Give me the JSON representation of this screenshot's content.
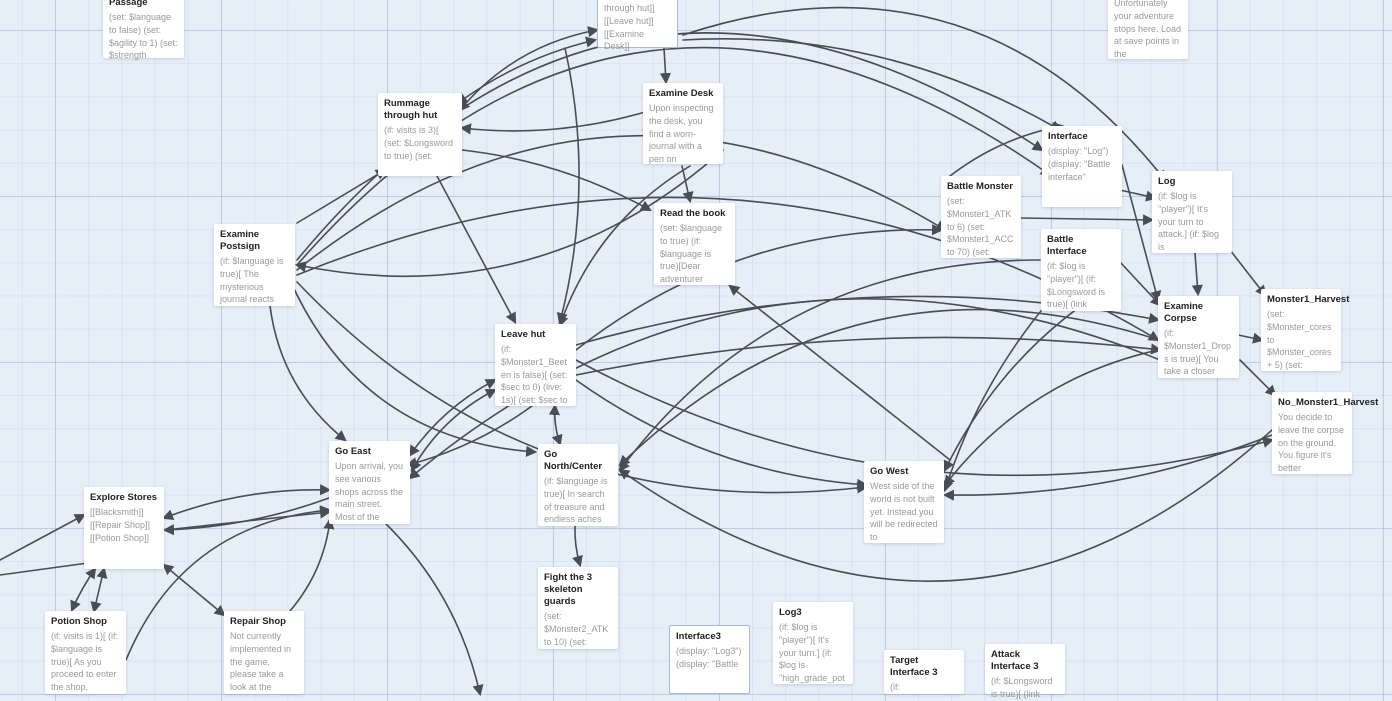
{
  "story_map": {
    "passages": [
      {
        "id": "passage",
        "title": "Passage",
        "excerpt": "(set: $language to false) (set: $agility to 1) (set: $strength"
      },
      {
        "id": "through-hut",
        "title": "",
        "excerpt": "through hut]] [[Leave hut]] [[Examine Desk]]"
      },
      {
        "id": "game-over",
        "title": "",
        "excerpt": "Unfortunately your adventure stops here. Load at save points in the"
      },
      {
        "id": "rummage",
        "title": "Rummage through hut",
        "excerpt": "(if: visits is 3)[ (set: $Longsword to true) (set:"
      },
      {
        "id": "examine-desk",
        "title": "Examine Desk",
        "excerpt": "Upon inspecting the desk, you find a worn-journal with a pen on"
      },
      {
        "id": "interface",
        "title": "Interface",
        "excerpt": "(display: \"Log\") (display: \"Battle interface\""
      },
      {
        "id": "log",
        "title": "Log",
        "excerpt": "(if: $log is \"player\")[ It's your turn to attack.] (if: $log is"
      },
      {
        "id": "battle-monster",
        "title": "Battle Monster",
        "excerpt": "(set: $Monster1_ATK to 6) (set: $Monster1_ACC to 70) (set:"
      },
      {
        "id": "read-book",
        "title": "Read the book",
        "excerpt": "(set: $language to true) (if: $language is true)[Dear adventurer"
      },
      {
        "id": "examine-postsign",
        "title": "Examine Postsign",
        "excerpt": "(if: $language is true)[ The mysterious journal reacts"
      },
      {
        "id": "battle-interface",
        "title": "Battle Interface",
        "excerpt": "(if: $log is \"player\")[ (if: $Longsword is true)[ (link"
      },
      {
        "id": "examine-corpse",
        "title": "Examine Corpse",
        "excerpt": "(if: $Monster1_Drops is true)[ You take a closer"
      },
      {
        "id": "monster1-harvest",
        "title": "Monster1_Harvest",
        "excerpt": "(set: $Monster_cores to $Monster_cores + 5) (set:"
      },
      {
        "id": "leave-hut",
        "title": "Leave hut",
        "excerpt": "(if: $Monster1_Beeten is false)[ (set: $sec to 0) (live: 1s)[ (set: $sec to"
      },
      {
        "id": "no-monster1-harvest",
        "title": "No_Monster1_Harvest",
        "excerpt": "You decide to leave the corpse on the ground. You figure it's better"
      },
      {
        "id": "go-east",
        "title": "Go East",
        "excerpt": "Upon arrival, you see various shops across the main street. Most of the"
      },
      {
        "id": "go-north",
        "title": "Go North/Center",
        "excerpt": "(if: $language is true)[ In search of treasure and endless aches"
      },
      {
        "id": "go-west",
        "title": "Go West",
        "excerpt": "West side of the world is not built yet. Instead you will be redirected to"
      },
      {
        "id": "explore-stores",
        "title": "Explore Stores",
        "excerpt": "[[Blacksmith]] [[Repair Shop]] [[Potion Shop]]"
      },
      {
        "id": "fight-skeletons",
        "title": "Fight the 3 skeleton guards",
        "excerpt": "(set: $Monster2_ATK to 10) (set:"
      },
      {
        "id": "potion-shop",
        "title": "Potion Shop",
        "excerpt": "(if: visits is 1)[ (if: $language is true)[ As you proceed to enter the shop,"
      },
      {
        "id": "repair-shop",
        "title": "Repair Shop",
        "excerpt": "Not currently implemented in the game, please take a look at the"
      },
      {
        "id": "log3",
        "title": "Log3",
        "excerpt": "(if: $log is \"player\")[ It's your turn.] (if: $log is \"high_grade_pot"
      },
      {
        "id": "interface3",
        "title": "Interface3",
        "excerpt": "(display: \"Log3\") (display: \"Battle"
      },
      {
        "id": "target-interface3",
        "title": "Target Interface 3",
        "excerpt": "(if:"
      },
      {
        "id": "attack-interface3",
        "title": "Attack Interface 3",
        "excerpt": "(if: $Longsword is true)[ (link"
      }
    ],
    "link_color": "#4a4d55",
    "selected_border_color": "#a9b9cf",
    "card_color": "#ffffff"
  }
}
